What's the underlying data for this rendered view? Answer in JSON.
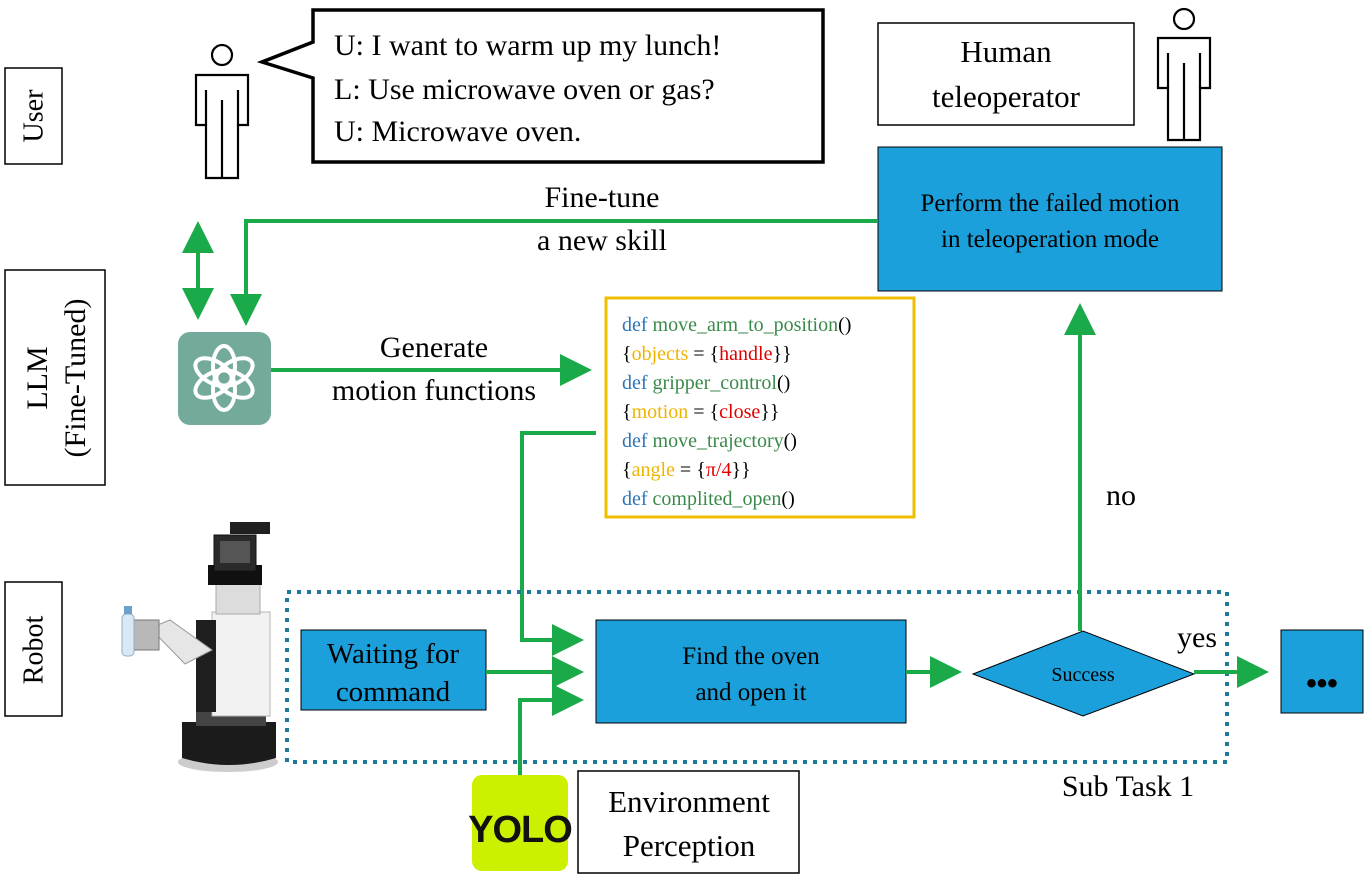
{
  "rows": {
    "user": "User",
    "llm_line1": "LLM",
    "llm_line2": "(Fine-Tuned)",
    "robot": "Robot"
  },
  "dialogue": [
    "U: I want to warm up my lunch!",
    "L: Use microwave oven or gas?",
    "U: Microwave oven."
  ],
  "human_teleoperator": {
    "line1": "Human",
    "line2": "teleoperator"
  },
  "teleop_box": {
    "line1": "Perform the failed motion",
    "line2": "in teleoperation mode"
  },
  "fine_tune": {
    "line1": "Fine-tune",
    "line2": "a new skill"
  },
  "generate": {
    "line1": "Generate",
    "line2": "motion functions"
  },
  "code": [
    {
      "kw": "def",
      "fn": "move_arm_to_position",
      "paren": "()"
    },
    {
      "open": "{",
      "key": "objects",
      "eq": " = {",
      "val": "handle",
      "close": "}}"
    },
    {
      "kw": "def",
      "fn": "gripper_control",
      "paren": "()"
    },
    {
      "open": "{",
      "key": "motion",
      "eq": " = {",
      "val": "close",
      "close": "}}"
    },
    {
      "kw": "def",
      "fn": "move_trajectory",
      "paren": "()"
    },
    {
      "open": "{",
      "key": "angle",
      "eq": " = {",
      "val": "π/4",
      "close": "}}"
    },
    {
      "kw": "def",
      "fn": "complited_open",
      "paren": "()"
    }
  ],
  "waiting_box": {
    "line1": "Waiting for",
    "line2": "command"
  },
  "find_box": {
    "line1": "Find the oven",
    "line2": "and open it"
  },
  "success": "Success",
  "yes": "yes",
  "no": "no",
  "ellipsis": "•••",
  "subtask": "Sub Task 1",
  "yolo": "YOLO",
  "env_perception": {
    "line1": "Environment",
    "line2": "Perception"
  },
  "colors": {
    "arrow": "#1aaa4a",
    "box_fill": "#1ba0dc",
    "code_border": "#f0c000",
    "code_def": "#2e75b6",
    "code_fn": "#3a8a4a",
    "code_key": "#f0b400",
    "code_val": "#e00000",
    "dotted": "#1f7a99",
    "llm_logo": "#74aa9c",
    "yolo_bg": "#ccf000"
  }
}
